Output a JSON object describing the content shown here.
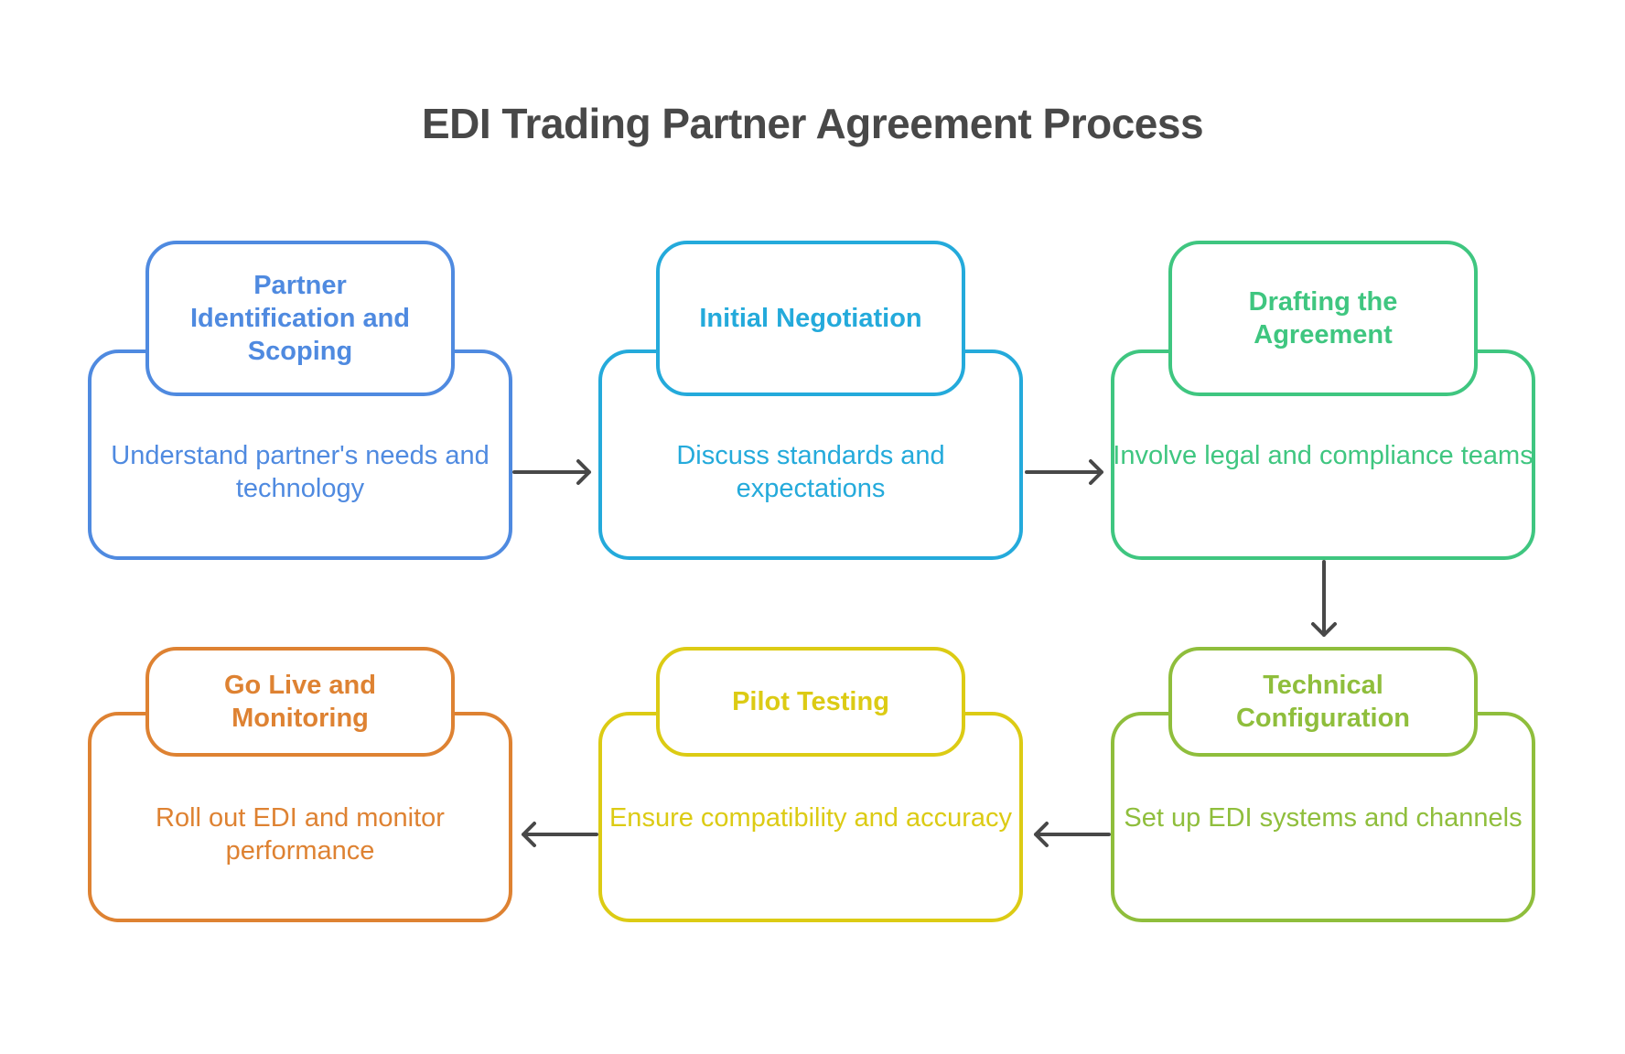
{
  "title": "EDI Trading Partner Agreement Process",
  "steps": [
    {
      "title": "Partner Identification and Scoping",
      "description": "Understand partner's needs and technology",
      "color": "#4f8ae0"
    },
    {
      "title": "Initial Negotiation",
      "description": "Discuss standards and expectations",
      "color": "#24aadb"
    },
    {
      "title": "Drafting the Agreement",
      "description": "Involve legal and compliance teams",
      "color": "#3fc680"
    },
    {
      "title": "Technical Configuration",
      "description": "Set up EDI systems and channels",
      "color": "#8fbe3c"
    },
    {
      "title": "Pilot Testing",
      "description": "Ensure compatibility and accuracy",
      "color": "#dccb14"
    },
    {
      "title": "Go Live and Monitoring",
      "description": "Roll out EDI and monitor performance",
      "color": "#de8232"
    }
  ],
  "flow": [
    {
      "from": "Partner Identification and Scoping",
      "to": "Initial Negotiation"
    },
    {
      "from": "Initial Negotiation",
      "to": "Drafting the Agreement"
    },
    {
      "from": "Drafting the Agreement",
      "to": "Technical Configuration"
    },
    {
      "from": "Technical Configuration",
      "to": "Pilot Testing"
    },
    {
      "from": "Pilot Testing",
      "to": "Go Live and Monitoring"
    }
  ],
  "arrow_color": "#484848"
}
